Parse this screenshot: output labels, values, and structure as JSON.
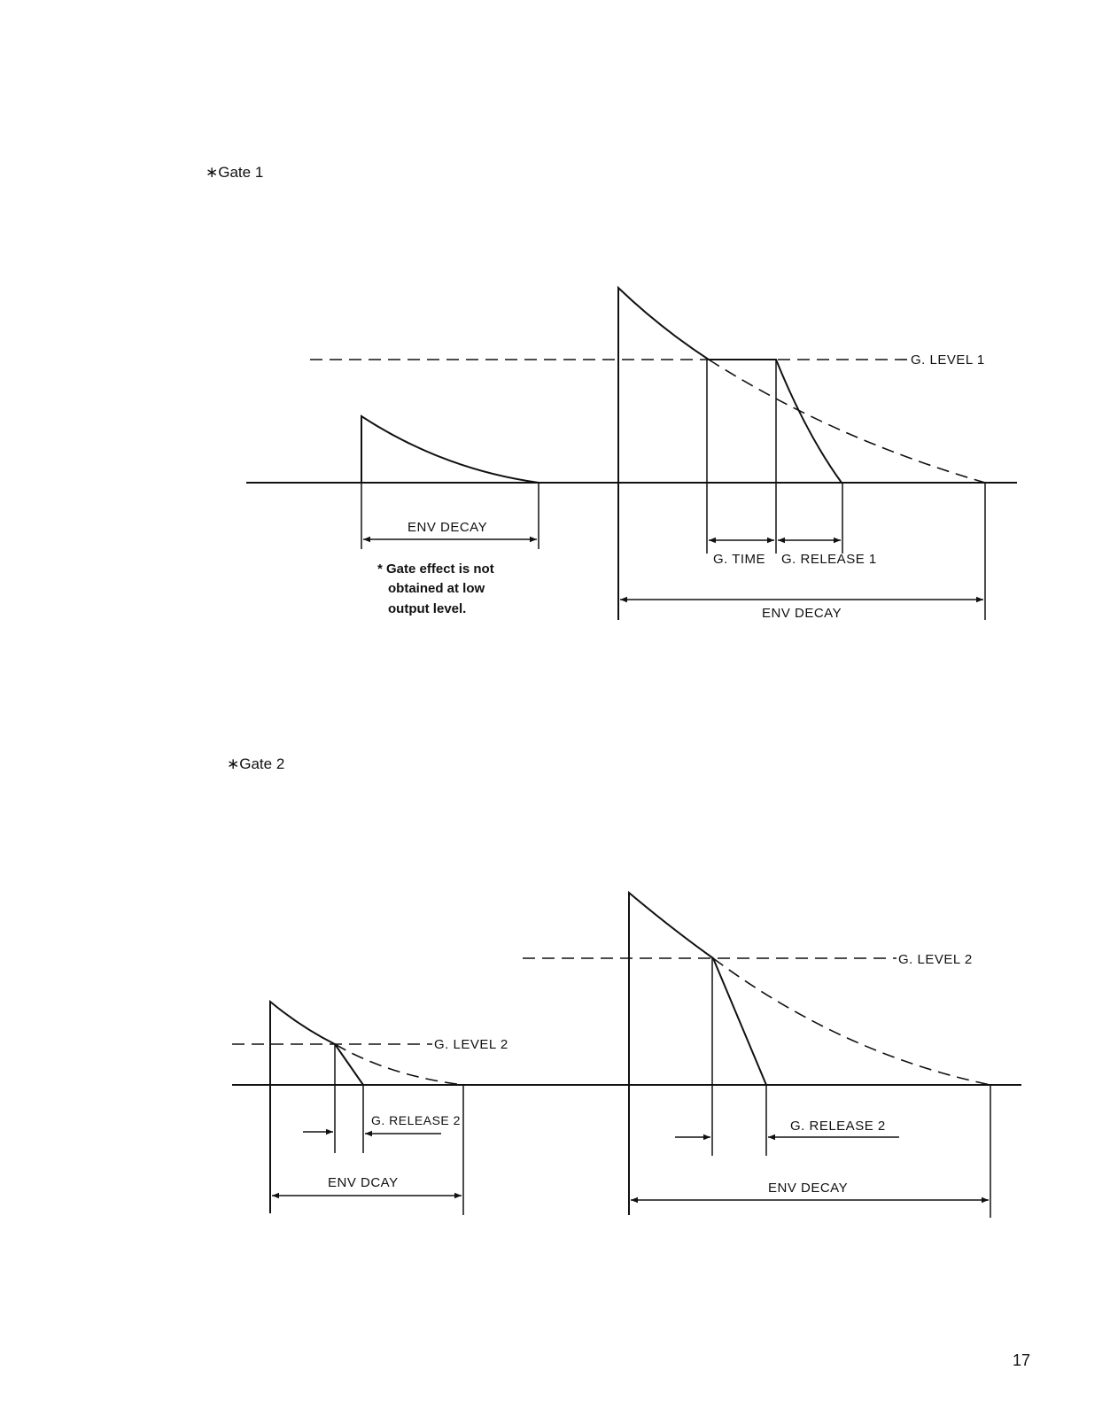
{
  "gate1": {
    "heading": "∗Gate 1",
    "level_label": "G. LEVEL 1",
    "env_decay_small": "ENV DECAY",
    "env_decay_large": "ENV DECAY",
    "time_label": "G. TIME",
    "release_label": "G. RELEASE 1",
    "note_lines": [
      "* Gate effect is not",
      "obtained  at  low",
      "output level."
    ]
  },
  "gate2": {
    "heading": "∗Gate 2",
    "level_label_small": "G. LEVEL 2",
    "level_label_large": "G. LEVEL 2",
    "release_label_small": "G. RELEASE 2",
    "release_label_large": "G. RELEASE 2",
    "env_decay_small": "ENV DCAY",
    "env_decay_large": "ENV DECAY"
  },
  "page_number": "17"
}
